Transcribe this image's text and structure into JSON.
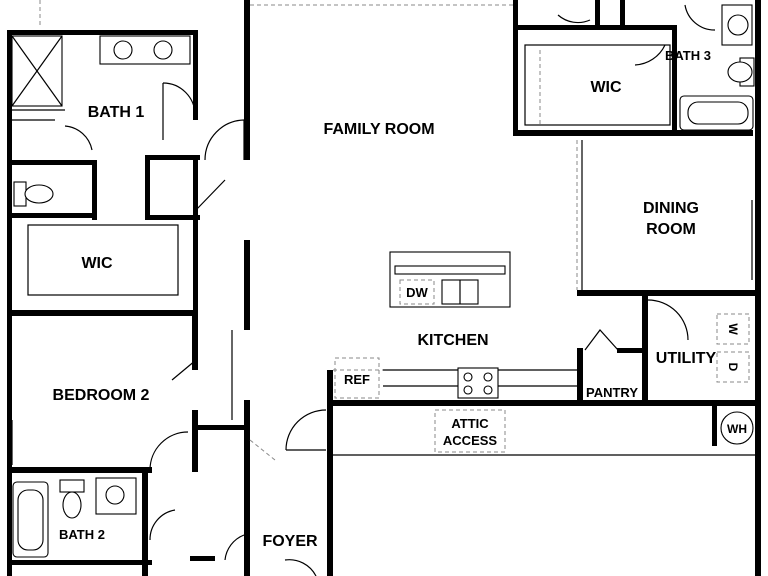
{
  "rooms": {
    "family_room": "FAMILY ROOM",
    "bath_1": "BATH 1",
    "bath_2": "BATH 2",
    "bath_3": "BATH 3",
    "wic_left": "WIC",
    "wic_right": "WIC",
    "dining_line1": "DINING",
    "dining_line2": "ROOM",
    "kitchen": "KITCHEN",
    "bedroom_2": "BEDROOM 2",
    "utility": "UTILITY",
    "pantry": "PANTRY",
    "foyer": "FOYER"
  },
  "fixtures": {
    "dishwasher": "DW",
    "refrigerator": "REF",
    "attic_line1": "ATTIC",
    "attic_line2": "ACCESS",
    "water_heater": "WH",
    "washer": "W",
    "dryer": "D"
  }
}
